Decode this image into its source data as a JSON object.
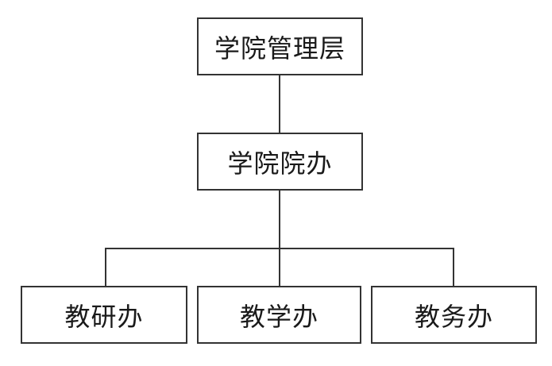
{
  "diagram": {
    "type": "org-chart",
    "background_color": "#ffffff",
    "line_color": "#333333",
    "text_color": "#1a1a1a",
    "nodes": {
      "root": {
        "label": "学院管理层"
      },
      "office": {
        "label": "学院院办"
      },
      "child1": {
        "label": "教研办"
      },
      "child2": {
        "label": "教学办"
      },
      "child3": {
        "label": "教务办"
      }
    },
    "edges": [
      {
        "from": "学院管理层",
        "to": "学院院办"
      },
      {
        "from": "学院院办",
        "to": "教研办"
      },
      {
        "from": "学院院办",
        "to": "教学办"
      },
      {
        "from": "学院院办",
        "to": "教务办"
      }
    ]
  }
}
